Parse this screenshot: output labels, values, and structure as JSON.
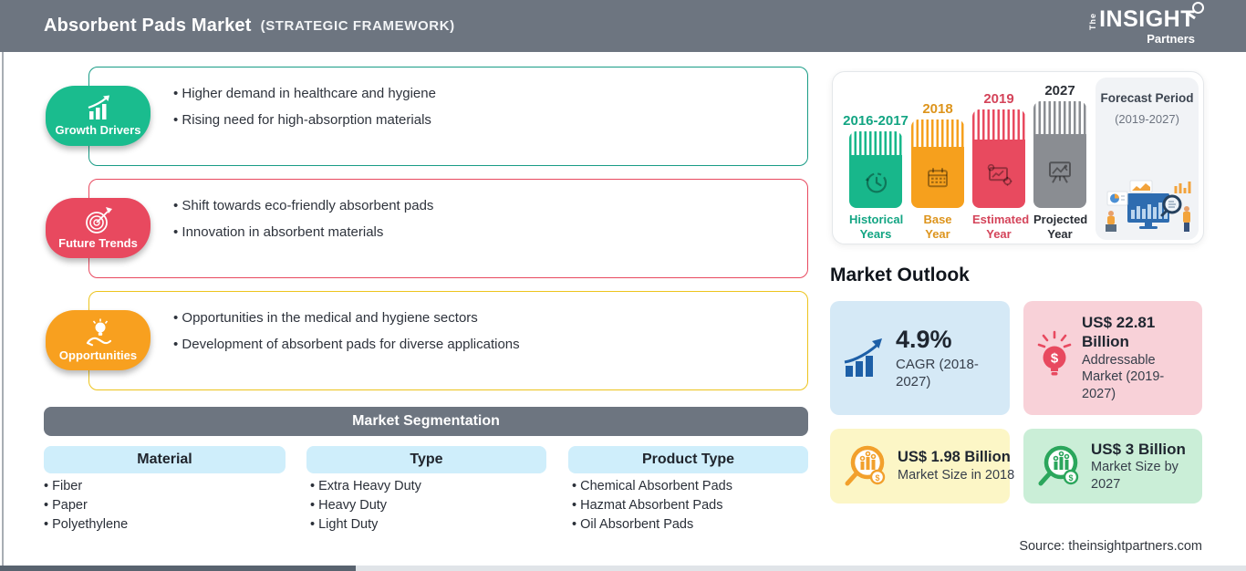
{
  "header": {
    "title": "Absorbent Pads Market",
    "subtitle": "(STRATEGIC FRAMEWORK)",
    "logo": {
      "the": "The",
      "main": "INSIGHT",
      "sub": "Partners"
    }
  },
  "framework": [
    {
      "label": "Growth Drivers",
      "icon": "growth-chart-icon",
      "color": "#1abc8e",
      "border_color": "#199c86",
      "bullets": [
        "Higher demand in healthcare and hygiene",
        "Rising need for high-absorption materials"
      ]
    },
    {
      "label": "Future Trends",
      "icon": "target-icon",
      "color": "#e8495f",
      "border_color": "#e8495f",
      "bullets": [
        "Shift towards eco-friendly absorbent pads",
        "Innovation in absorbent materials"
      ]
    },
    {
      "label": "Opportunities",
      "icon": "bulb-hand-icon",
      "color": "#f8a01f",
      "border_color": "#edc41d",
      "bullets": [
        "Opportunities in the medical and hygiene sectors",
        "Development of absorbent pads for diverse applications"
      ]
    }
  ],
  "segmentation": {
    "title": "Market Segmentation",
    "columns": [
      {
        "header": "Material",
        "items": [
          "Fiber",
          "Paper",
          "Polyethylene"
        ]
      },
      {
        "header": "Type",
        "items": [
          "Extra Heavy Duty",
          "Heavy Duty",
          "Light Duty"
        ]
      },
      {
        "header": "Product Type",
        "items": [
          "Chemical Absorbent Pads",
          "Hazmat Absorbent Pads",
          "Oil Absorbent Pads"
        ]
      }
    ]
  },
  "timeline": {
    "bars": [
      {
        "year": "2016-2017",
        "caption": "Historical Years",
        "color": "#18b78b",
        "text_color": "#13a583",
        "height": 84,
        "icon": "history-clock-icon"
      },
      {
        "year": "2018",
        "caption": "Base Year",
        "color": "#f6a01d",
        "text_color": "#dd941c",
        "height": 97,
        "icon": "calendar-icon"
      },
      {
        "year": "2019",
        "caption": "Estimated Year",
        "color": "#e84a5f",
        "text_color": "#d4445a",
        "height": 108,
        "icon": "chart-gear-icon"
      },
      {
        "year": "2027",
        "caption": "Projected Year",
        "color": "#8a8d92",
        "text_color": "#2b2f36",
        "height": 127,
        "icon": "presentation-icon"
      }
    ],
    "forecast": {
      "title": "Forecast Period",
      "range": "(2019-2027)"
    }
  },
  "outlook": {
    "title": "Market Outlook",
    "cards": [
      {
        "value": "4.9%",
        "desc": "CAGR (2018-2027)",
        "bg": "#d5e9f6",
        "accent": "#1d5fa7",
        "icon": "bar-growth-icon"
      },
      {
        "value": "US$ 22.81 Billion",
        "desc": "Addressable Market (2019-2027)",
        "bg": "#f8d1d8",
        "accent": "#e8495f",
        "icon": "bulb-dollar-icon"
      },
      {
        "value": "US$ 1.98 Billion",
        "desc": "Market Size in 2018",
        "bg": "#fcf6c6",
        "accent": "#f2a02c",
        "icon": "magnifier-chart-icon"
      },
      {
        "value": "US$ 3 Billion",
        "desc": "Market Size by 2027",
        "bg": "#caeed7",
        "accent": "#2ba65c",
        "icon": "magnifier-chart-icon"
      }
    ]
  },
  "source": "Source: theinsightpartners.com"
}
